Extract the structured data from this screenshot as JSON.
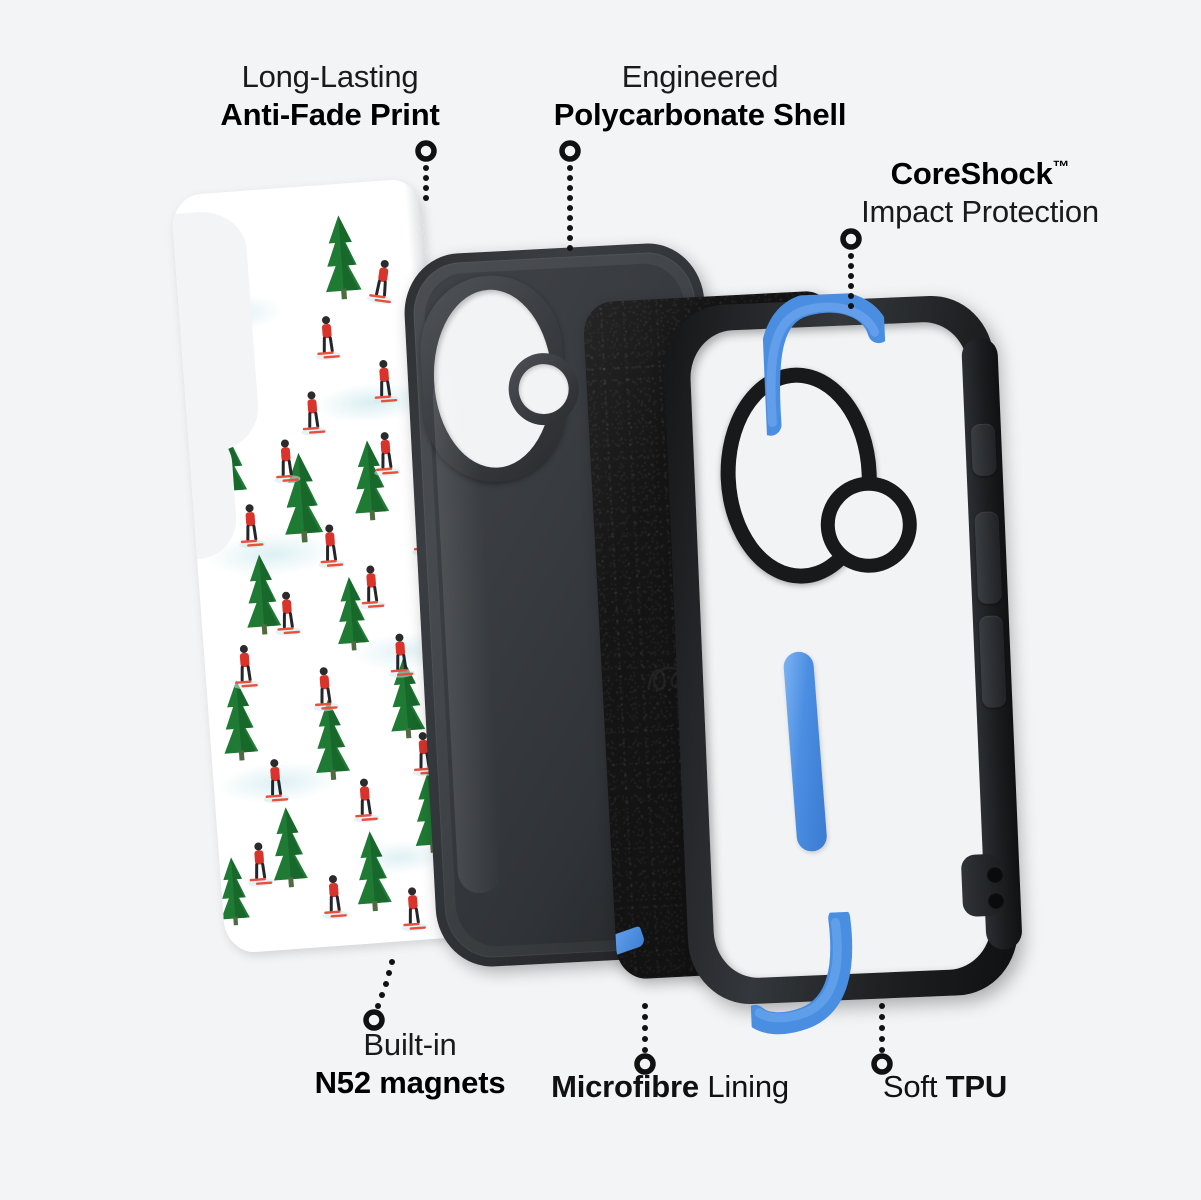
{
  "background_color": "#f3f4f6",
  "product": {
    "type": "phone-case-exploded-view",
    "design_name": "watercolour ski slope print",
    "accent_blue": "#4a8ee2",
    "layers": [
      "printed back panel",
      "N52 magnet ring",
      "polycarbonate shell",
      "microfibre lining",
      "soft TPU bumper"
    ]
  },
  "callouts": {
    "print": {
      "line1": "Long-Lasting",
      "line2": "Anti-Fade Print"
    },
    "shell": {
      "line1": "Engineered",
      "line2": "Polycarbonate Shell"
    },
    "coreshock": {
      "line1": "CoreShock",
      "trademark": "™",
      "line2": "Impact Protection"
    },
    "magnets": {
      "line1": "Built-in",
      "line2": "N52 magnets"
    },
    "microfibre": {
      "bold": "Microfibre",
      "regular": "Lining"
    },
    "tpu": {
      "regular": "Soft",
      "bold": "TPU"
    }
  },
  "pattern": {
    "name": "ski-slope-watercolour",
    "background": "#ffffff",
    "tree_color": "#1f7a33",
    "snow_shadow": "#ddf0f3",
    "skier_jacket_colors": [
      "#d8342c",
      "#e8a117",
      "#2f72c8",
      "#19a3ae",
      "#e0477f",
      "#1f8a46",
      "#eb5c1f"
    ]
  },
  "materials": {
    "shell_color": "#34373b",
    "microfibre_color": "#151515",
    "tpu_color": "#1a1c1e",
    "magnet_color": "#d5d7d9"
  }
}
